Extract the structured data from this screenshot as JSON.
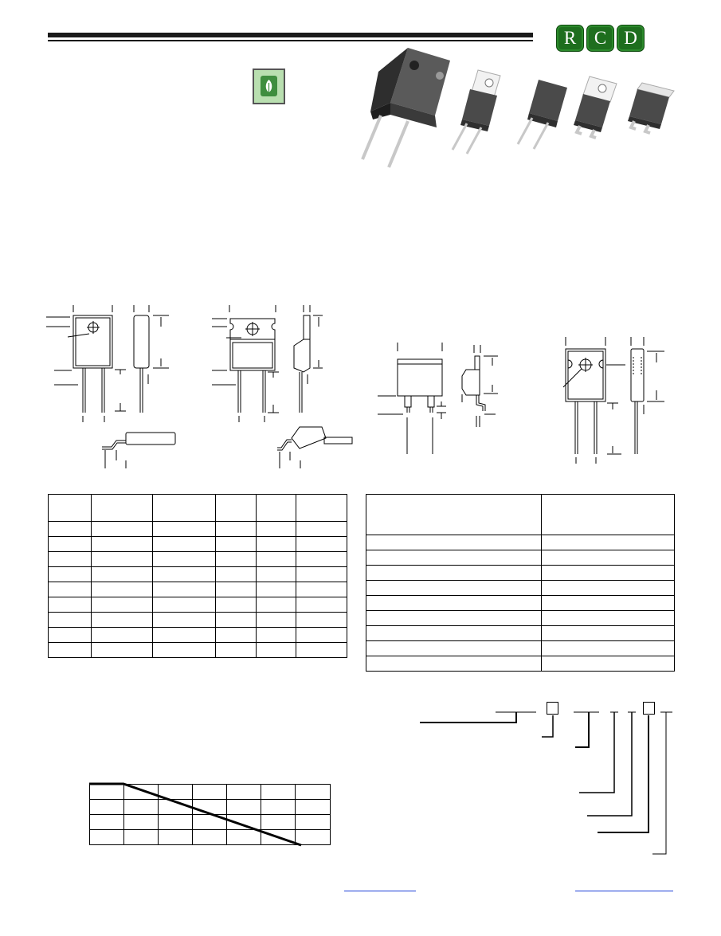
{
  "brand": {
    "letters": [
      "R",
      "C",
      "D"
    ],
    "color": "#1e6e1e"
  },
  "icons": {
    "rohs": "leaf-icon"
  },
  "colors": {
    "rohs_bg": "#b9dfb0",
    "link": "#1a3fd6",
    "package_body": "#4a4a4a",
    "tab": "#e6e6e6"
  },
  "derating_chart": {
    "rows": 4,
    "cols": 7,
    "curve": "flat then linear decline"
  }
}
